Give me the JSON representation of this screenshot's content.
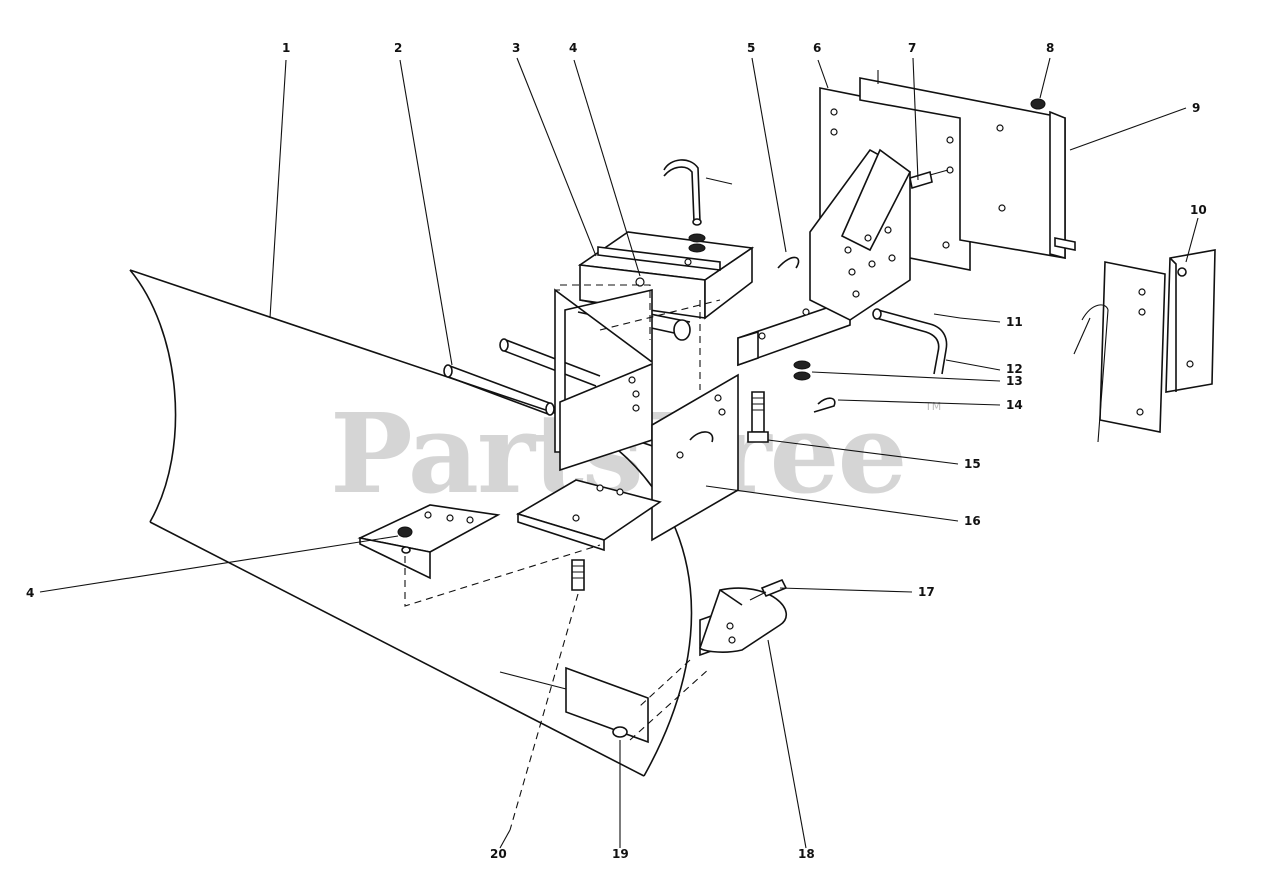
{
  "watermark": {
    "text": "PartsTree",
    "trademark": "TM"
  },
  "callouts": [
    "1",
    "2",
    "3",
    "4",
    "5",
    "6",
    "7",
    "8",
    "9",
    "10",
    "11",
    "12",
    "13",
    "14",
    "15",
    "16",
    "17",
    "18",
    "19",
    "20",
    "4"
  ],
  "colors": {
    "ink": "#111111",
    "background": "#ffffff",
    "watermark": "#c8c8c8"
  }
}
